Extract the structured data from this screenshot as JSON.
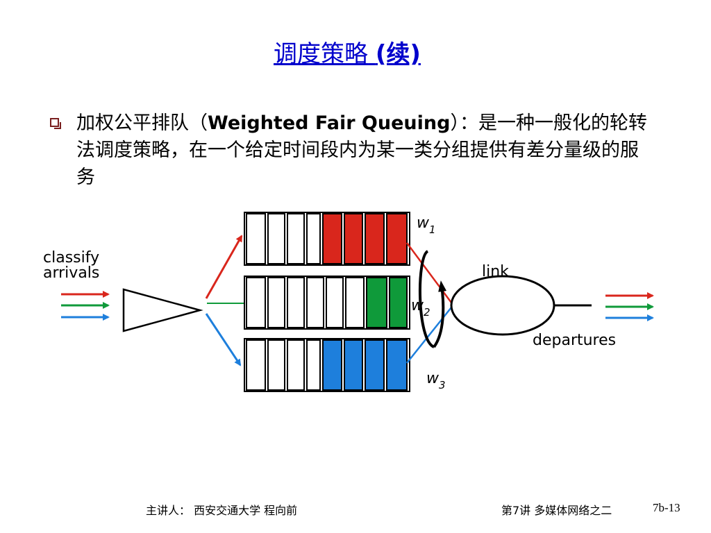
{
  "title": {
    "cn": "调度策略",
    "latin": "(续)"
  },
  "bullet": {
    "prefix": "加权公平排队（",
    "term": "Weighted Fair Queuing",
    "suffix": "）：是一种一般化的轮转法调度策略，在一个给定时间段内为某一类分组提供有差分量级的服务"
  },
  "diagram": {
    "classify_label_1": "classify",
    "classify_label_2": "arrivals",
    "link_label": "link",
    "departures_label": "departures",
    "w1": "w",
    "w1_sub": "1",
    "w2": "w",
    "w2_sub": "2",
    "w3": "w",
    "w3_sub": "3",
    "colors": {
      "red": "#d9261c",
      "green": "#0f9a3a",
      "blue": "#1e7fdc"
    }
  },
  "footer": {
    "left": "主讲人：  西安交通大学  程向前",
    "right": "第7讲  多媒体网络之二",
    "page": "7b-13"
  }
}
